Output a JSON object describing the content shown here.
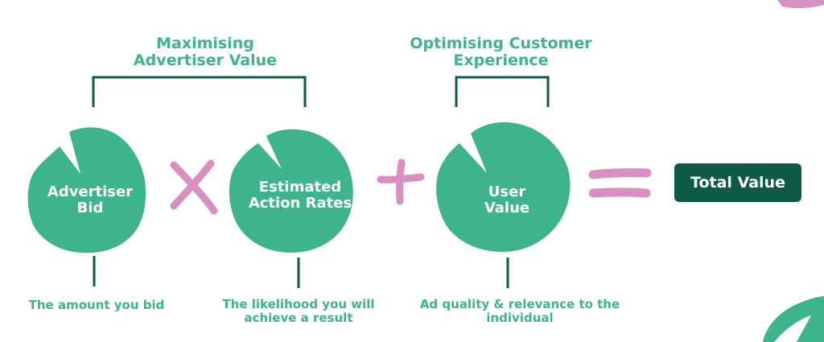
{
  "colors": {
    "green": "#3db38e",
    "pink": "#d990c0",
    "dark_green": "#0e5a47",
    "white": "#ffffff"
  },
  "headings": {
    "advertiser": "Maximising\nAdvertiser Value",
    "customer": "Optimising Customer\nExperience"
  },
  "factors": [
    {
      "label": "Advertiser\nBid",
      "caption": "The amount you bid"
    },
    {
      "label": "Estimated\nAction Rates",
      "caption": "The likelihood you will\nachieve a result"
    },
    {
      "label": "User\nValue",
      "caption": "Ad quality & relevance to the\nindividual"
    }
  ],
  "operators": [
    "times-icon",
    "plus-icon",
    "equals-icon"
  ],
  "result": {
    "label": "Total Value"
  }
}
